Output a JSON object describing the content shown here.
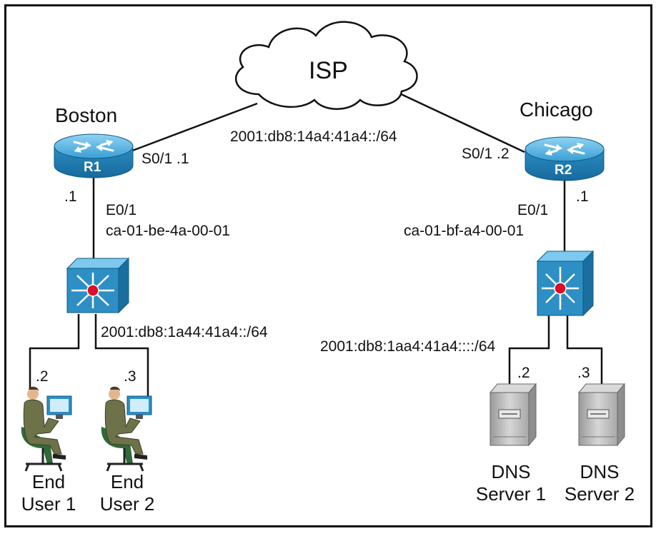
{
  "cloud": {
    "label": "ISP"
  },
  "sites": {
    "boston": {
      "name": "Boston"
    },
    "chicago": {
      "name": "Chicago"
    }
  },
  "routers": {
    "r1": {
      "label": "R1"
    },
    "r2": {
      "label": "R2"
    }
  },
  "wan": {
    "network": "2001:db8:14a4:41a4::/64",
    "r1_iface": "S0/1 .1",
    "r2_iface": "S0/1 .2"
  },
  "left_lan": {
    "router_host": ".1",
    "iface": "E0/1",
    "mac": "ca-01-be-4a-00-01",
    "network": "2001:db8:1a44:41a4::/64",
    "host_a": ".2",
    "host_b": ".3"
  },
  "right_lan": {
    "router_host": ".1",
    "iface": "E0/1",
    "mac": "ca-01-bf-a4-00-01",
    "network": "2001:db8:1aa4:41a4::::/64",
    "host_a": ".2",
    "host_b": ".3"
  },
  "devices": {
    "end_user_1": {
      "line1": "End",
      "line2": "User 1"
    },
    "end_user_2": {
      "line1": "End",
      "line2": "User 2"
    },
    "dns_server_1": {
      "line1": "DNS",
      "line2": "Server 1"
    },
    "dns_server_2": {
      "line1": "DNS",
      "line2": "Server 2"
    }
  },
  "colors": {
    "device_blue": "#2d8fc4",
    "device_blue_light": "#6fc1ea",
    "switch_center": "#d8102a",
    "server_gray": "#b9b9b9",
    "suit_olive": "#6e7248",
    "chair_green": "#2f6a3a",
    "link": "#111111"
  }
}
